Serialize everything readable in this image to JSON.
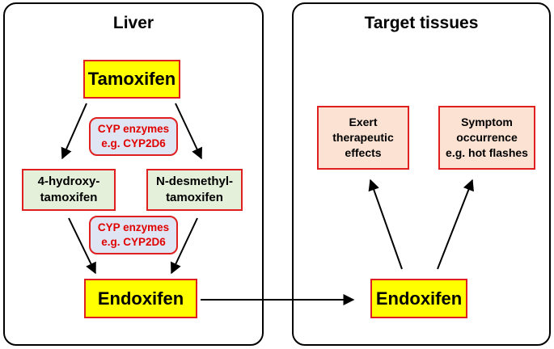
{
  "liver_panel": {
    "title": "Liver"
  },
  "target_panel": {
    "title": "Target tissues"
  },
  "nodes": {
    "tamoxifen": "Tamoxifen",
    "hydroxy": "4-hydroxy-\ntamoxifen",
    "desmethyl": "N-desmethyl-\ntamoxifen",
    "endoxifen_liver": "Endoxifen",
    "endoxifen_target": "Endoxifen",
    "therapeutic": "Exert\ntherapeutic\neffects",
    "symptom": "Symptom\noccurrence\ne.g. hot flashes"
  },
  "enzymes": {
    "top": "CYP enzymes\ne.g. CYP2D6",
    "bottom": "CYP enzymes\ne.g. CYP2D6"
  },
  "colors": {
    "node_border": "#e02020",
    "drug_fill": "#ffff00",
    "metabolite_fill": "#e4f0d9",
    "effect_fill": "#fbe2d2",
    "enzyme_fill": "#dfe5f3",
    "enzyme_text": "#e00000"
  }
}
